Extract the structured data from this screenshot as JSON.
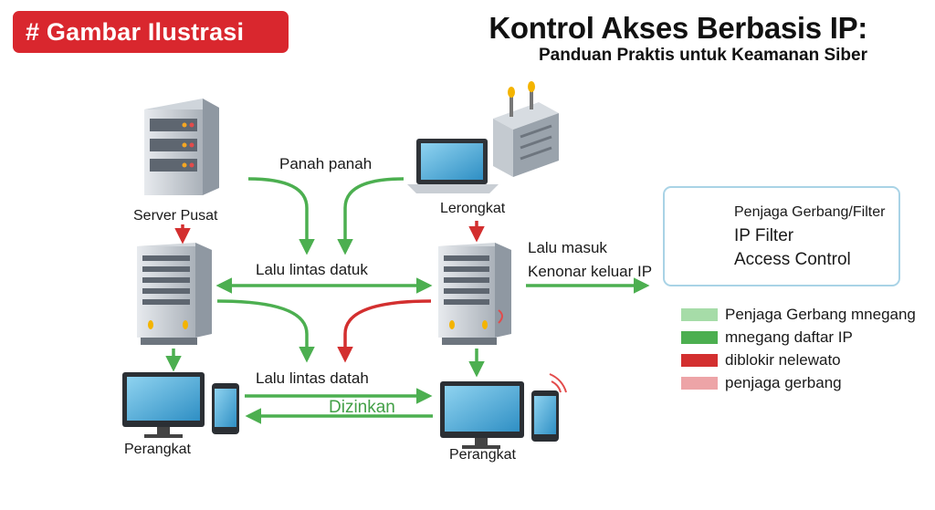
{
  "header": {
    "badge": "# Gambar Ilustrasi",
    "title": "Kontrol Akses Berbasis IP:",
    "subtitle": "Panduan Praktis untuk Keamanan Siber"
  },
  "labels": {
    "server_pusat": "Server Pusat",
    "panah_panah": "Panah panah",
    "lerongkat": "Lerongkat",
    "lalu_masuk": "Lalu masuk",
    "kenonar_keluar": "Kenonar keluar IP",
    "lalu_lintas_datuk": "Lalu lintas datuk",
    "lalu_lintas_datah": "Lalu lintas datah",
    "dizinkan": "Dizinkan",
    "perangkat_left": "Perangkat",
    "perangkat_right": "Perangkat"
  },
  "filter_panel": {
    "heading": "Penjaga Gerbang/Filter",
    "line1": "IP Filter",
    "line2": "Access Control"
  },
  "legend": [
    {
      "label": "Penjaga Gerbang mnegang",
      "color": "#a6dca8"
    },
    {
      "label": "mnegang daftar IP",
      "color": "#4caf50"
    },
    {
      "label": "diblokir nelewato",
      "color": "#d32f2f"
    },
    {
      "label": "penjaga gerbang",
      "color": "#eda4a7"
    }
  ],
  "colors": {
    "allowed": "#4caf50",
    "blocked": "#d32f2f",
    "badge": "#d9272e"
  }
}
